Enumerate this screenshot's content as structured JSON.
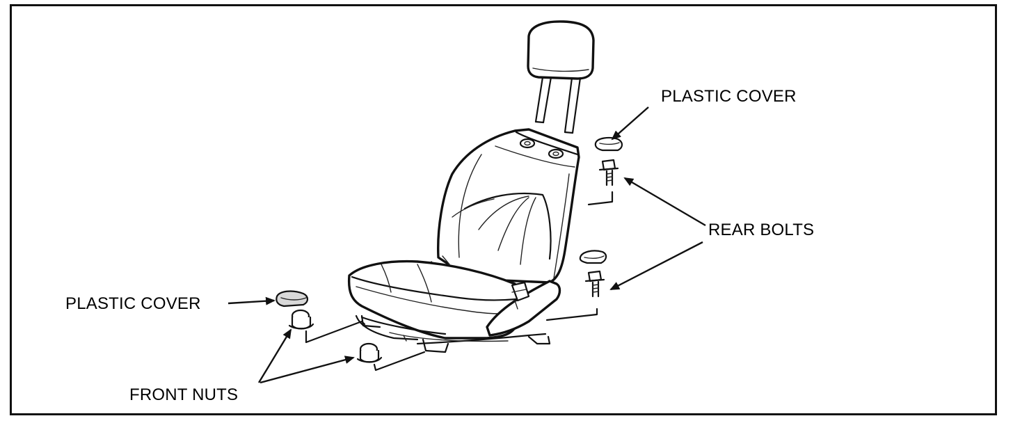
{
  "labels": {
    "plastic_cover_top": "PLASTIC COVER",
    "rear_bolts": "REAR BOLTS",
    "plastic_cover_left": "PLASTIC COVER",
    "front_nuts": "FRONT NUTS"
  },
  "colors": {
    "ink": "#111111",
    "background": "#ffffff",
    "frame_border": "#111111"
  }
}
